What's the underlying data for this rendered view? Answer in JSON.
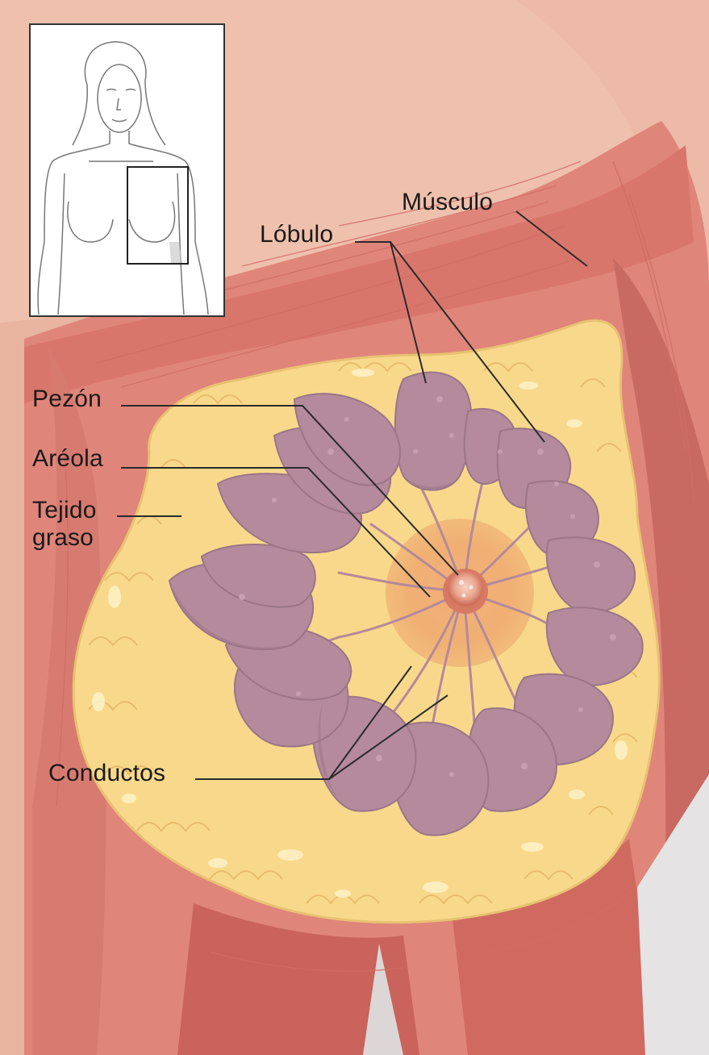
{
  "labels": {
    "musculo": "Músculo",
    "lobulo": "Lóbulo",
    "pezon": "Pezón",
    "areola": "Aréola",
    "tejido_graso_line1": "Tejido",
    "tejido_graso_line2": "graso",
    "conductos": "Conductos"
  },
  "colors": {
    "muscle": "#e0857a",
    "muscle_dark": "#c96a62",
    "skin_bg": "#efc0ac",
    "fat": "#f8d98b",
    "fat_light": "#fdf0c4",
    "lobule": "#b58a9c",
    "lobule_shadow": "#9c7588",
    "areola": "#eda36c",
    "nipple": "#e8a189",
    "inset_stroke": "#555555",
    "leader_line": "#2b2b2b"
  },
  "inset": {
    "icon": "female-torso-outline-icon",
    "highlight": "breast-region-box"
  }
}
